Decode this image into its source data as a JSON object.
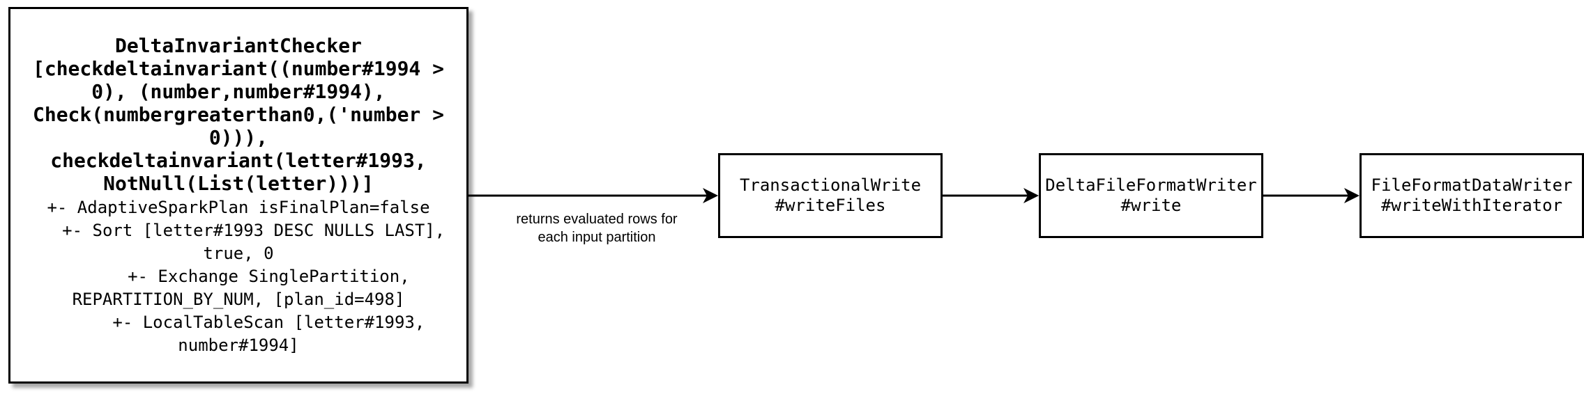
{
  "checker_box": {
    "header_lines": [
      "DeltaInvariantChecker",
      "[checkdeltainvariant((number#1994 >",
      "0), (number,number#1994),",
      "Check(numbergreaterthan0,('number >",
      "0))),",
      "checkdeltainvariant(letter#1993,",
      "NotNull(List(letter)))]"
    ],
    "plan_lines": [
      "+- AdaptiveSparkPlan isFinalPlan=false",
      "   +- Sort [letter#1993 DESC NULLS LAST],",
      "true, 0",
      "      +- Exchange SinglePartition,",
      "REPARTITION_BY_NUM, [plan_id=498]",
      "      +- LocalTableScan [letter#1993,",
      "number#1994]"
    ]
  },
  "edge_label": "returns evaluated rows for each input partition",
  "nodes": [
    {
      "line1": "TransactionalWrite",
      "line2": "#writeFiles"
    },
    {
      "line1": "DeltaFileFormatWriter",
      "line2": "#write"
    },
    {
      "line1": "FileFormatDataWriter",
      "line2": "#writeWithIterator"
    }
  ]
}
